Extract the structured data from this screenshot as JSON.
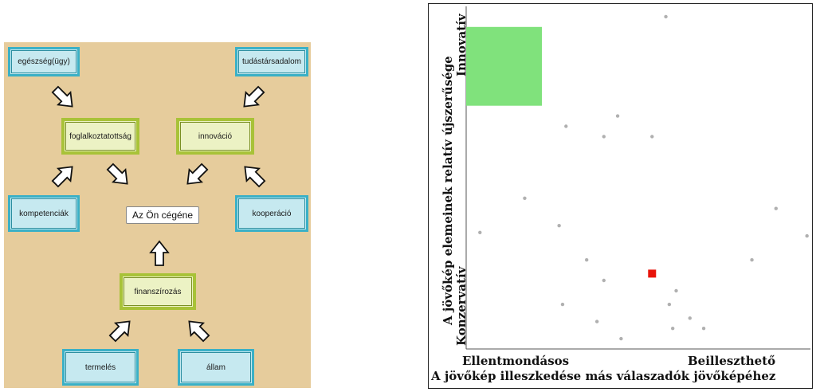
{
  "diagram": {
    "outer_nodes": {
      "health": "egészség(ügy)",
      "knowledge_society": "tudástársadalom",
      "competencies": "kompetenciák",
      "cooperation": "kooperáció",
      "production": "termelés",
      "state": "állam"
    },
    "inner_nodes": {
      "employment": "foglalkoztatottság",
      "innovation": "innováció",
      "financing": "finanszírozás"
    },
    "center_label": "Az Ön cégéne"
  },
  "colors": {
    "panel_bg": "#e6cc9c",
    "outer_fill": "#c6e9f0",
    "outer_border": "#3ab0c6",
    "inner_fill": "#ecf2c4",
    "inner_border": "#a8c238",
    "highlight_area": "#80e27c",
    "marker": "#e8140a",
    "point": "#b0b0b0"
  },
  "chart_data": {
    "type": "scatter",
    "xlabel": "A jövőkép illeszkedése más válaszadók jövőképéhez",
    "ylabel": "A jövőkép elemeinek relatív újszerűsége",
    "x_tick_labels": [
      "Ellentmondásos",
      "Beilleszthető"
    ],
    "y_tick_labels": [
      "Konzervatív",
      "Innovatív"
    ],
    "xlim": [
      0,
      100
    ],
    "ylim": [
      0,
      100
    ],
    "grid": false,
    "highlight_region": {
      "x": [
        0,
        22
      ],
      "y": [
        71,
        94
      ]
    },
    "points": [
      {
        "x": 58,
        "y": 97
      },
      {
        "x": 29,
        "y": 65
      },
      {
        "x": 44,
        "y": 68
      },
      {
        "x": 40,
        "y": 62
      },
      {
        "x": 54,
        "y": 62
      },
      {
        "x": 17,
        "y": 44
      },
      {
        "x": 27,
        "y": 36
      },
      {
        "x": 90,
        "y": 41
      },
      {
        "x": 4,
        "y": 34
      },
      {
        "x": 99,
        "y": 33
      },
      {
        "x": 35,
        "y": 26
      },
      {
        "x": 83,
        "y": 26
      },
      {
        "x": 40,
        "y": 20
      },
      {
        "x": 61,
        "y": 17
      },
      {
        "x": 28,
        "y": 13
      },
      {
        "x": 59,
        "y": 13
      },
      {
        "x": 65,
        "y": 9
      },
      {
        "x": 38,
        "y": 8
      },
      {
        "x": 69,
        "y": 6
      },
      {
        "x": 60,
        "y": 6
      },
      {
        "x": 45,
        "y": 3
      }
    ],
    "marker": {
      "x": 54,
      "y": 22
    }
  }
}
